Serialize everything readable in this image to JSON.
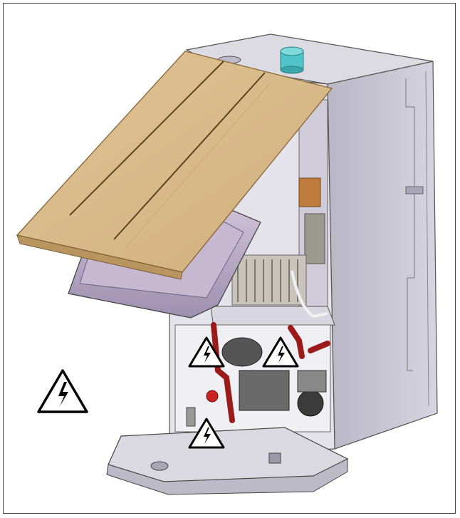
{
  "figure": {
    "description_icons": [
      "electric-hazard-icon"
    ],
    "colors": {
      "casing_grey": "#c9c7d3",
      "casing_dark": "#9e9bb0",
      "cover_tan": "#d9b98a",
      "cover_edge": "#b8955f",
      "front_panel_mauve": "#b7a9c4",
      "flue_teal": "#4fc4c9",
      "pipe_red": "#9b1b1b",
      "warning_black": "#000000"
    },
    "warning_symbols": [
      {
        "name": "standalone-warning"
      },
      {
        "name": "warning-upper-left"
      },
      {
        "name": "warning-upper-right"
      },
      {
        "name": "warning-lower"
      }
    ]
  }
}
